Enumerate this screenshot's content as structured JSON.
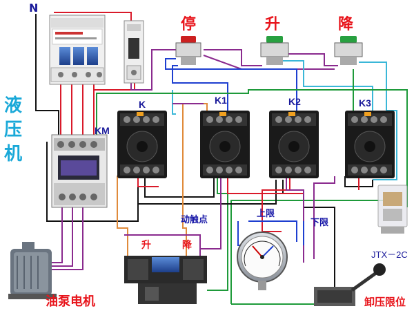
{
  "labels": {
    "neutral": "N",
    "machine": [
      "液",
      "压",
      "机"
    ],
    "km": "KM",
    "stop": "停",
    "up": "升",
    "down": "降",
    "k": "K",
    "k1": "K1",
    "k2": "K2",
    "k3": "K3",
    "moving_contact": "动触点",
    "upper_limit": "上限",
    "lower_limit": "下限",
    "valve_up": "升",
    "valve_down": "降",
    "relay_model": "JTX－2C",
    "motor": "油泵电机",
    "unload_limit": "卸压限位"
  },
  "icons": [
    "circuit-breaker-icon",
    "small-breaker-icon",
    "stop-button-icon",
    "up-button-icon",
    "down-button-icon",
    "contactor-icon",
    "relay-socket-icon",
    "pressure-gauge-icon",
    "solenoid-valve-icon",
    "motor-icon",
    "limit-switch-icon",
    "relay-module-icon"
  ],
  "colors": {
    "wire_red": "#d91a2a",
    "wire_blue": "#1e3fd0",
    "wire_green": "#1e9a3a",
    "wire_purple": "#8a2a8e",
    "wire_cyan": "#3ab7d8",
    "wire_black": "#111111",
    "wire_orange": "#e08a3a",
    "label_red": "#e8141b",
    "label_cyan": "#19a8d8"
  }
}
